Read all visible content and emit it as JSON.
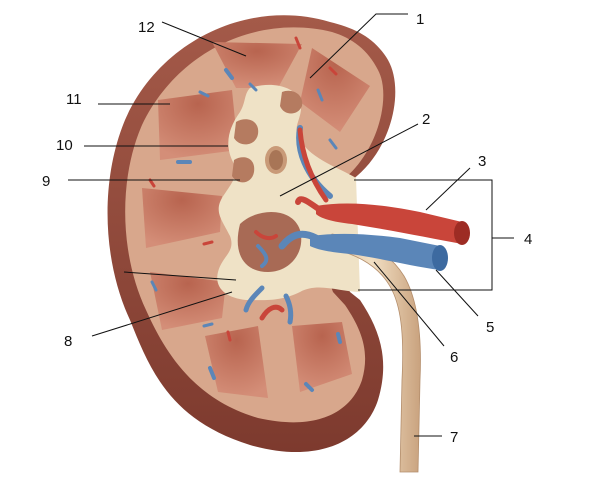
{
  "diagram": {
    "labels": [
      "1",
      "2",
      "3",
      "4",
      "5",
      "6",
      "7",
      "8",
      "9",
      "10",
      "11",
      "12"
    ]
  },
  "colors": {
    "capsule": "#8e4638",
    "cortex": "#d8a78c",
    "pyramid": "#c9806e",
    "sinus_fat": "#efe2c6",
    "artery": "#c9453a",
    "vein": "#5b86b8",
    "ureter": "#e7cfae"
  }
}
